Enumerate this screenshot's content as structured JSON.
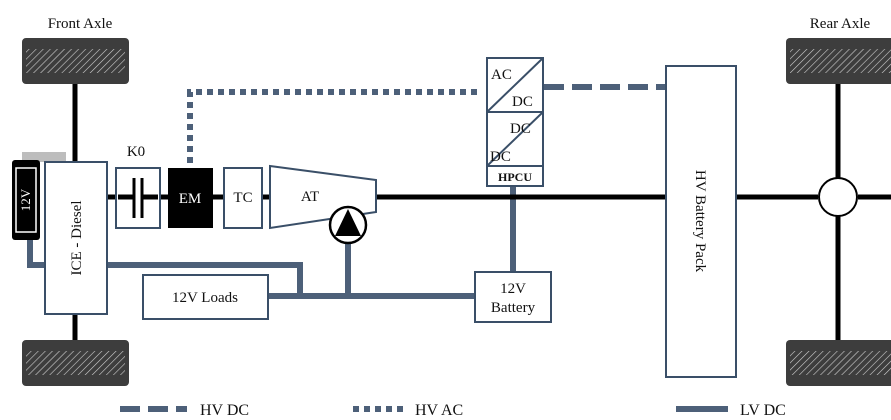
{
  "labels": {
    "front_axle": "Front Axle",
    "rear_axle": "Rear Axle",
    "k0": "K0",
    "battery_12v_small": "12V",
    "ice": "ICE - Diesel",
    "em": "EM",
    "tc": "TC",
    "at": "AT",
    "acdc_ac": "AC",
    "acdc_dc": "DC",
    "dcdc_dc_top": "DC",
    "dcdc_dc_bottom": "DC",
    "hpcu": "HPCU",
    "hv_battery": "HV Battery Pack",
    "loads_12v": "12V Loads",
    "battery_12v_line1": "12V",
    "battery_12v_line2": "Battery"
  },
  "legend": [
    {
      "id": "hv-dc",
      "label": "HV DC",
      "style": "dashed"
    },
    {
      "id": "hv-ac",
      "label": "HV AC",
      "style": "dotted"
    },
    {
      "id": "lv-dc",
      "label": "LV DC",
      "style": "solid"
    }
  ],
  "colors": {
    "electric_line": "#4d6079",
    "mechanical": "#000000",
    "component_border": "#3a4f68",
    "tire_fill": "#3d3d3d"
  }
}
